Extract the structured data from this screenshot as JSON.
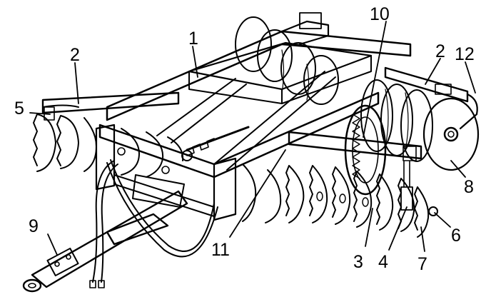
{
  "labels": {
    "l1": "1",
    "l2a": "2",
    "l2b": "2",
    "l3": "3",
    "l4": "4",
    "l5": "5",
    "l6": "6",
    "l7": "7",
    "l8": "8",
    "l9": "9",
    "l10": "10",
    "l11": "11",
    "l12": "12"
  }
}
